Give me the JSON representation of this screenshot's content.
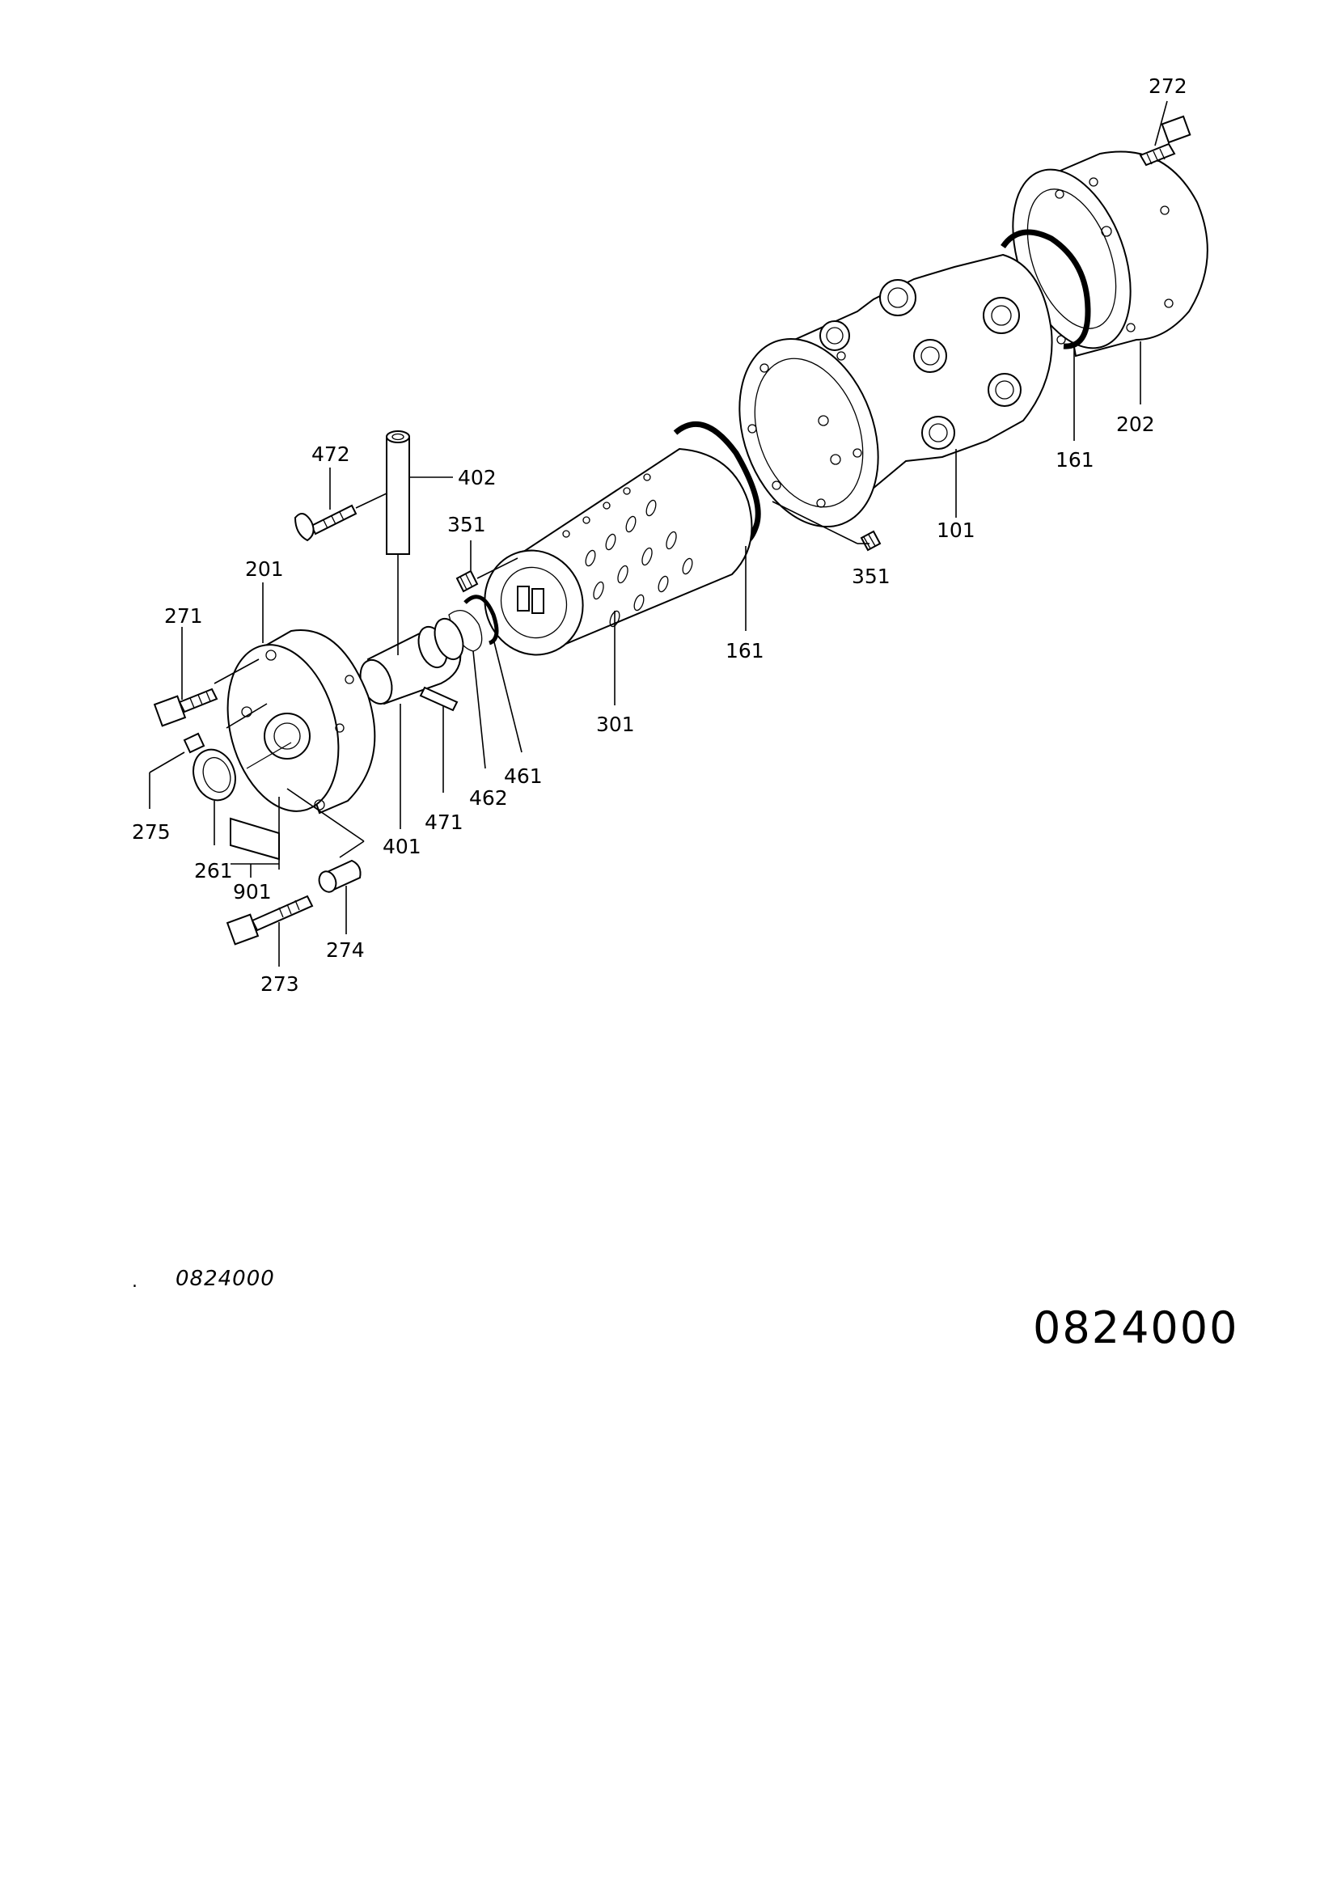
{
  "drawing_code_small": "0824000",
  "drawing_code_large": "0824000",
  "dot_mark": ".",
  "callouts": {
    "p272": "272",
    "p202": "202",
    "p161a": "161",
    "p101": "101",
    "p351b": "351",
    "p161b": "161",
    "p301": "301",
    "p402": "402",
    "p472": "472",
    "p351a": "351",
    "p201": "201",
    "p271": "271",
    "p275": "275",
    "p261": "261",
    "p901": "901",
    "p273": "273",
    "p274": "274",
    "p401": "401",
    "p471": "471",
    "p462": "462",
    "p461": "461"
  }
}
